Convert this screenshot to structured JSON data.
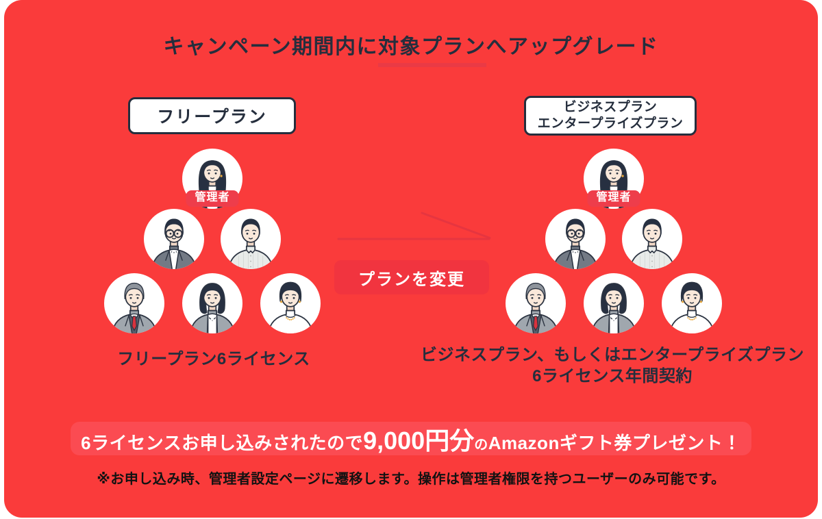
{
  "theme": {
    "page_background": "#ffffff",
    "card_background": "#fa3b3b",
    "dark_navy_text": "#252e3d",
    "underline_red": "#ea3a45",
    "arrow_red": "#e63540",
    "button_red": "#f1343f",
    "badge_red": "#ee3d4b",
    "banner_red": "#fb4b52",
    "tie_red": "#d8333e",
    "gold_accent": "#e8a93e"
  },
  "title": {
    "pre": "キャンペーン期間内に",
    "highlight": "対象プラン",
    "post": "へアップグレード"
  },
  "left_plan": {
    "box_label": "フリープラン",
    "caption": "フリープラン6ライセンス"
  },
  "right_plan": {
    "box_label_line1": "ビジネスプラン",
    "box_label_line2": "エンタープライズプラン",
    "caption_line1": "ビジネスプラン、もしくはエンタープライズプラン",
    "caption_line2": "6ライセンス年間契約"
  },
  "admin_badge": {
    "label": "管理者"
  },
  "transition": {
    "button_label": "プランを変更",
    "arrow_icon": "upgrade-arrow-icon"
  },
  "team_avatars": {
    "top": "woman-long-hair",
    "middle": [
      "man-glasses",
      "man-plain-shirt"
    ],
    "bottom": [
      "man-suit-red-tie",
      "woman-bob-cardigan",
      "woman-short-hair"
    ]
  },
  "reward_banner": {
    "prefix": "6ライセンスお申し込みされたので",
    "amount": "9,000円分",
    "particle": "の",
    "suffix": "Amazonギフト券プレゼント！"
  },
  "note": {
    "text": "※お申し込み時、管理者設定ページに遷移します。操作は管理者権限を持つユーザーのみ可能です。"
  }
}
